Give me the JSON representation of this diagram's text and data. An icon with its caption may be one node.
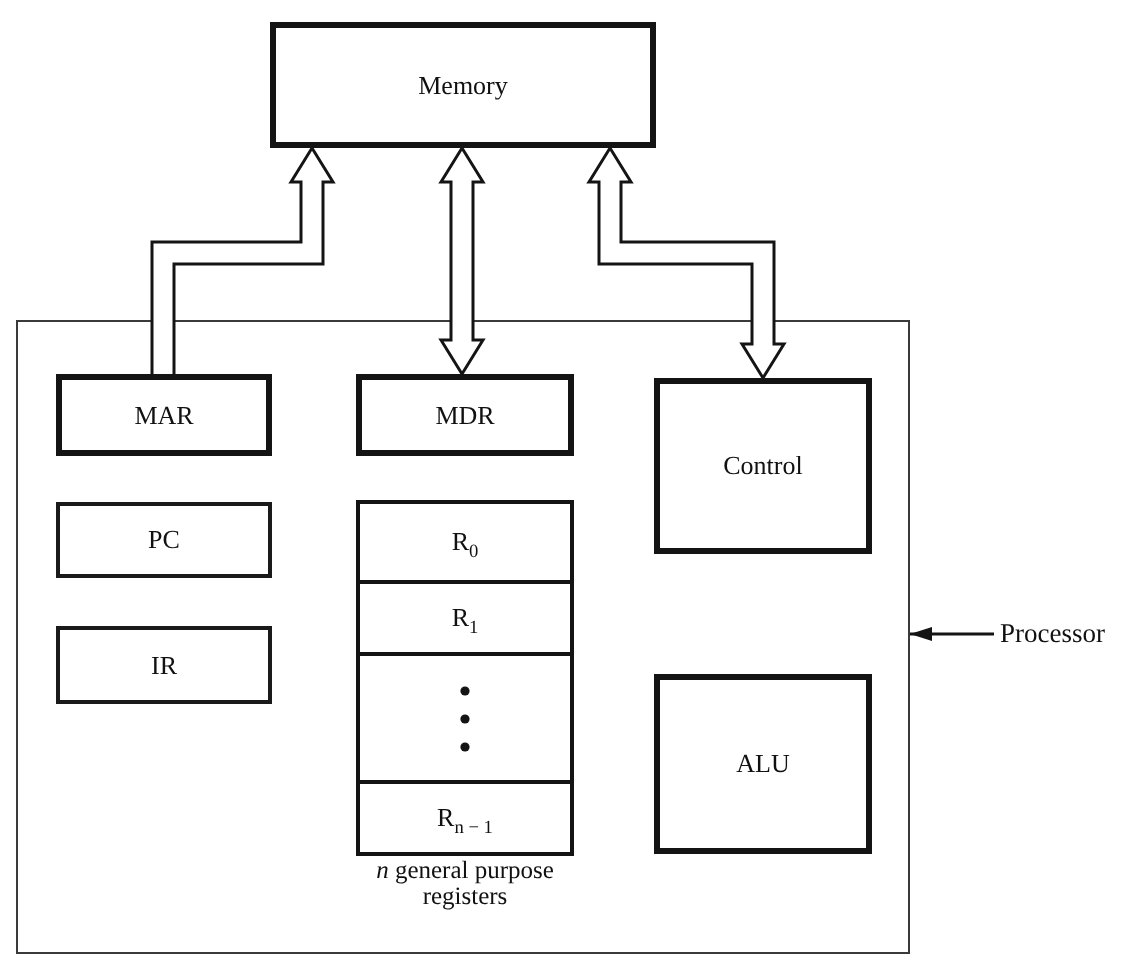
{
  "diagram": {
    "nodes": [
      {
        "text": [
          "Memory"
        ]
      },
      {
        "text": [],
        "shape": "box"
      },
      {
        "text": [
          "MAR"
        ],
        "in": 1
      },
      {
        "text": [
          "MDR"
        ],
        "in": 1
      },
      {
        "text": [
          "Control"
        ],
        "in": 1
      },
      {
        "text": [
          "PC"
        ],
        "in": 1
      },
      {
        "text": [],
        "shape": "box",
        "in": 1,
        "beside": [
          "*n* general purpose registers"
        ]
      },
      {
        "text": [
          "R$_{0}$"
        ],
        "in": 6
      },
      {
        "text": [
          "R$_{1}$"
        ],
        "in": 6
      },
      {
        "text": [],
        "shape": "box",
        "in": 6
      },
      {
        "text": [
          "R$_{n − 1}$"
        ],
        "in": 6
      },
      {
        "text": [
          "IR"
        ],
        "in": 1
      },
      {
        "text": [
          "ALU"
        ],
        "in": 1
      },
      {
        "text": [
          "Processor"
        ]
      }
    ],
    "edges": [
      {
        "from": 2,
        "to": 0,
        "arrow": "to"
      },
      {
        "from": 3,
        "to": 0,
        "arrow": "both"
      },
      {
        "from": 0,
        "to": 4,
        "arrow": "both"
      },
      {
        "from": 13,
        "to": 1,
        "arrow": "to"
      }
    ]
  }
}
